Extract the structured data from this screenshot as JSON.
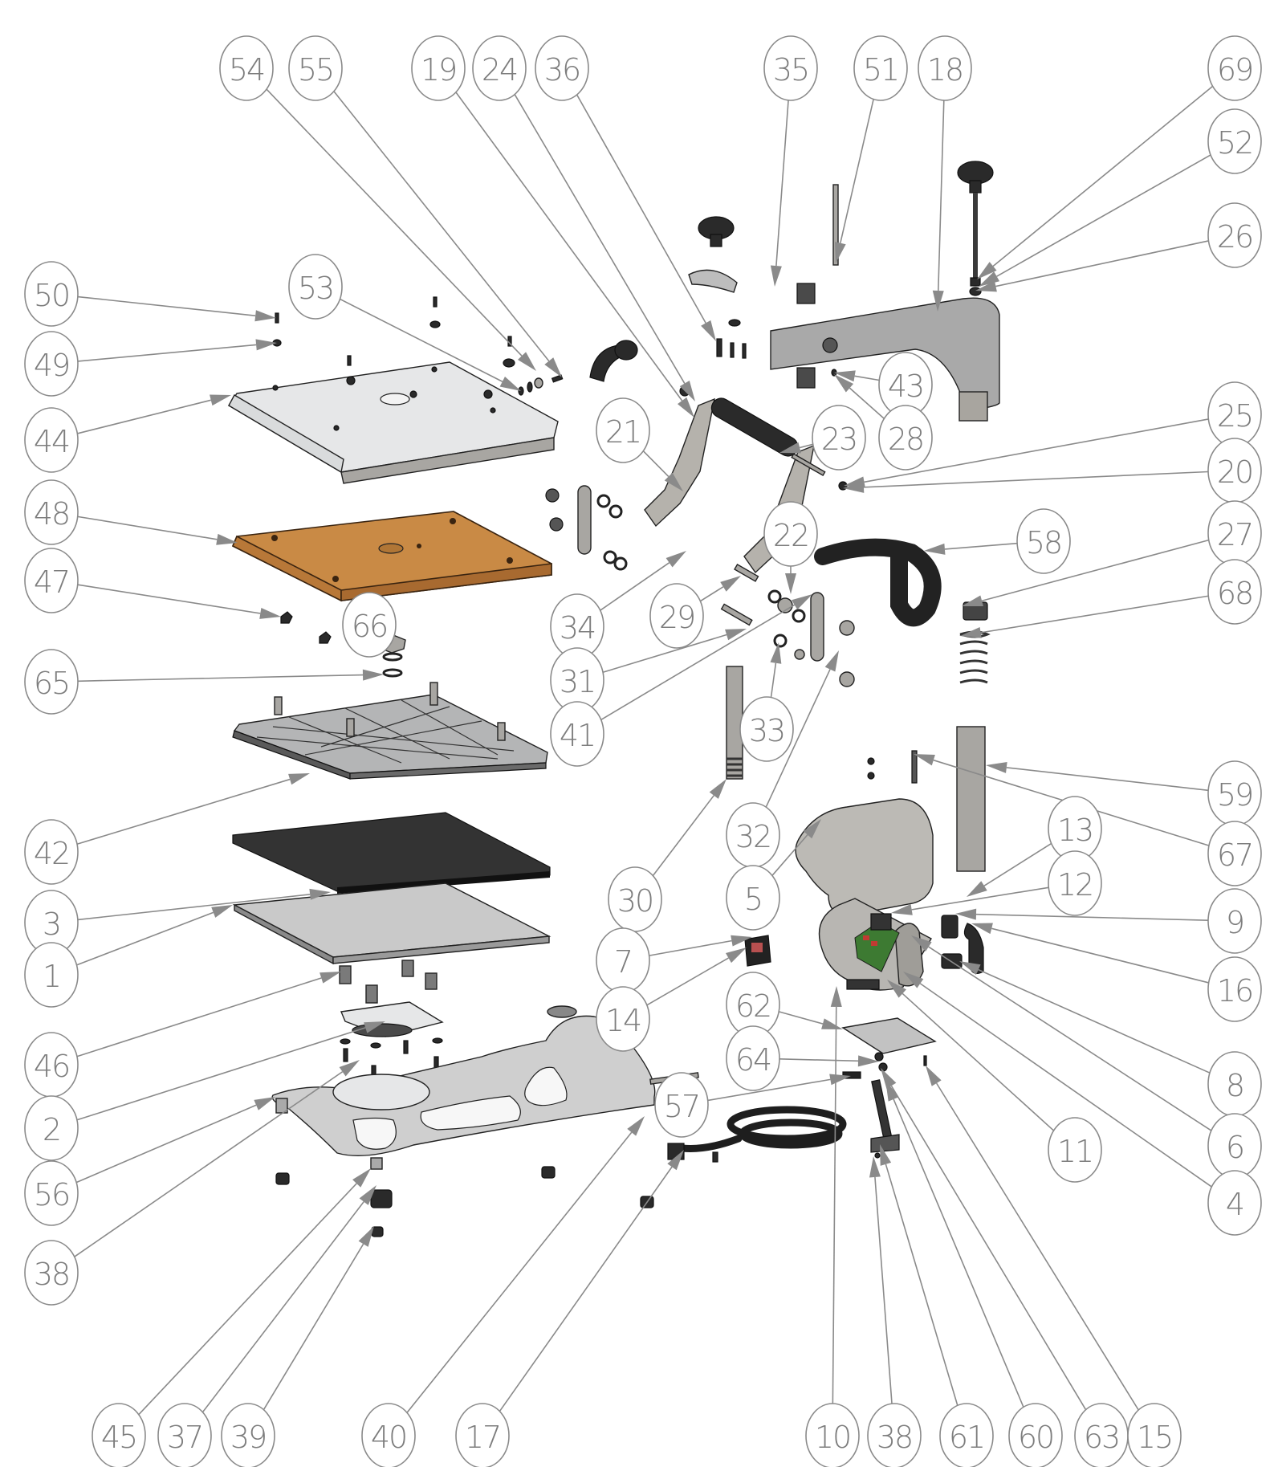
{
  "diagram": {
    "type": "exploded-view parts diagram",
    "subject": "heat press assembly",
    "callout_color": "#8a8a8a",
    "callouts": [
      {
        "number": "54"
      },
      {
        "number": "55"
      },
      {
        "number": "19"
      },
      {
        "number": "24"
      },
      {
        "number": "36"
      },
      {
        "number": "35"
      },
      {
        "number": "51"
      },
      {
        "number": "18"
      },
      {
        "number": "69"
      },
      {
        "number": "52"
      },
      {
        "number": "26"
      },
      {
        "number": "50"
      },
      {
        "number": "49"
      },
      {
        "number": "53"
      },
      {
        "number": "44"
      },
      {
        "number": "43"
      },
      {
        "number": "28"
      },
      {
        "number": "21"
      },
      {
        "number": "23"
      },
      {
        "number": "25"
      },
      {
        "number": "20"
      },
      {
        "number": "48"
      },
      {
        "number": "22"
      },
      {
        "number": "58"
      },
      {
        "number": "27"
      },
      {
        "number": "68"
      },
      {
        "number": "47"
      },
      {
        "number": "66"
      },
      {
        "number": "34"
      },
      {
        "number": "29"
      },
      {
        "number": "65"
      },
      {
        "number": "31"
      },
      {
        "number": "41"
      },
      {
        "number": "33"
      },
      {
        "number": "59"
      },
      {
        "number": "42"
      },
      {
        "number": "30"
      },
      {
        "number": "32"
      },
      {
        "number": "13"
      },
      {
        "number": "67"
      },
      {
        "number": "5"
      },
      {
        "number": "12"
      },
      {
        "number": "3"
      },
      {
        "number": "9"
      },
      {
        "number": "1"
      },
      {
        "number": "7"
      },
      {
        "number": "16"
      },
      {
        "number": "14"
      },
      {
        "number": "46"
      },
      {
        "number": "62"
      },
      {
        "number": "8"
      },
      {
        "number": "2"
      },
      {
        "number": "64"
      },
      {
        "number": "57"
      },
      {
        "number": "11"
      },
      {
        "number": "6"
      },
      {
        "number": "56"
      },
      {
        "number": "4"
      },
      {
        "number": "38"
      },
      {
        "number": "45"
      },
      {
        "number": "37"
      },
      {
        "number": "39"
      },
      {
        "number": "40"
      },
      {
        "number": "17"
      },
      {
        "number": "10"
      },
      {
        "number": "38"
      },
      {
        "number": "61"
      },
      {
        "number": "60"
      },
      {
        "number": "63"
      },
      {
        "number": "15"
      }
    ]
  }
}
